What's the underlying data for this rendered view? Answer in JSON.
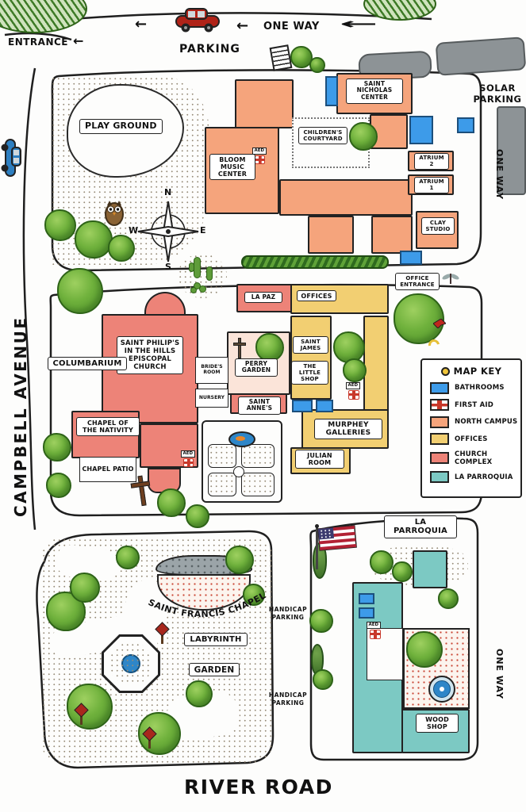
{
  "colors": {
    "north_campus": "#F5A47C",
    "offices": "#F2CF72",
    "church_complex": "#ED8378",
    "la_parroquia": "#7CC9C3",
    "bathrooms": "#3D9BE9",
    "first_aid_red": "#C8382B",
    "perry_pink": "#FBE4D9",
    "water_blue": "#2E86C8",
    "parking_gray": "#8D9396"
  },
  "roads": {
    "campbell_avenue": "CAMPBELL AVENUE",
    "river_road": "RIVER ROAD"
  },
  "top": {
    "entrance": "ENTRANCE",
    "one_way": "ONE WAY",
    "parking": "PARKING",
    "solar_parking": "SOLAR PARKING"
  },
  "right": {
    "one_way_north": "ONE WAY",
    "one_way_south": "ONE WAY"
  },
  "north_campus": {
    "play_ground": "PLAY GROUND",
    "saint_nicholas_center": "SAINT NICHOLAS CENTER",
    "childrens_courtyard": "CHILDREN'S COURTYARD",
    "bloom_music_center": "BLOOM MUSIC CENTER",
    "atrium_2": "ATRIUM 2",
    "atrium_1": "ATRIUM 1",
    "clay_studio": "CLAY STUDIO"
  },
  "compass": {
    "n": "N",
    "e": "E",
    "s": "S",
    "w": "W"
  },
  "middle": {
    "office_entrance": "OFFICE ENTRANCE",
    "la_paz": "LA PAZ",
    "offices": "OFFICES",
    "columbarium": "COLUMBARIUM",
    "church": "SAINT PHILIP'S IN THE HILLS EPISCOPAL CHURCH",
    "brides_room": "BRIDE'S ROOM",
    "nursery": "NURSERY",
    "perry_garden": "PERRY GARDEN",
    "saint_james": "SAINT JAMES",
    "the_little_shop": "THE LITTLE SHOP",
    "saint_annes": "SAINT ANNE'S",
    "chapel_of_the_nativity": "CHAPEL OF THE NATIVITY",
    "chapel_patio": "CHAPEL PATIO",
    "murphey_galleries": "MURPHEY GALLERIES",
    "julian_room": "JULIAN ROOM"
  },
  "map_key": {
    "title": "MAP KEY",
    "items": [
      {
        "label": "BATHROOMS",
        "swatch": "#3D9BE9",
        "kind": "plain"
      },
      {
        "label": "FIRST AID",
        "swatch": "#FFFFFF",
        "kind": "cross"
      },
      {
        "label": "NORTH CAMPUS",
        "swatch": "#F5A47C",
        "kind": "plain"
      },
      {
        "label": "OFFICES",
        "swatch": "#F2CF72",
        "kind": "plain"
      },
      {
        "label": "CHURCH COMPLEX",
        "swatch": "#ED8378",
        "kind": "plain"
      },
      {
        "label": "LA PARROQUIA",
        "swatch": "#7CC9C3",
        "kind": "plain"
      }
    ]
  },
  "south": {
    "la_parroquia": "LA PARROQUIA",
    "saint_francis_chapel": "SAINT FRANCIS CHAPEL",
    "labyrinth": "LABYRINTH",
    "garden": "GARDEN",
    "handicap_parking": "HANDICAP PARKING",
    "wood_shop": "WOOD SHOP"
  },
  "markers": {
    "aed": "AED"
  }
}
